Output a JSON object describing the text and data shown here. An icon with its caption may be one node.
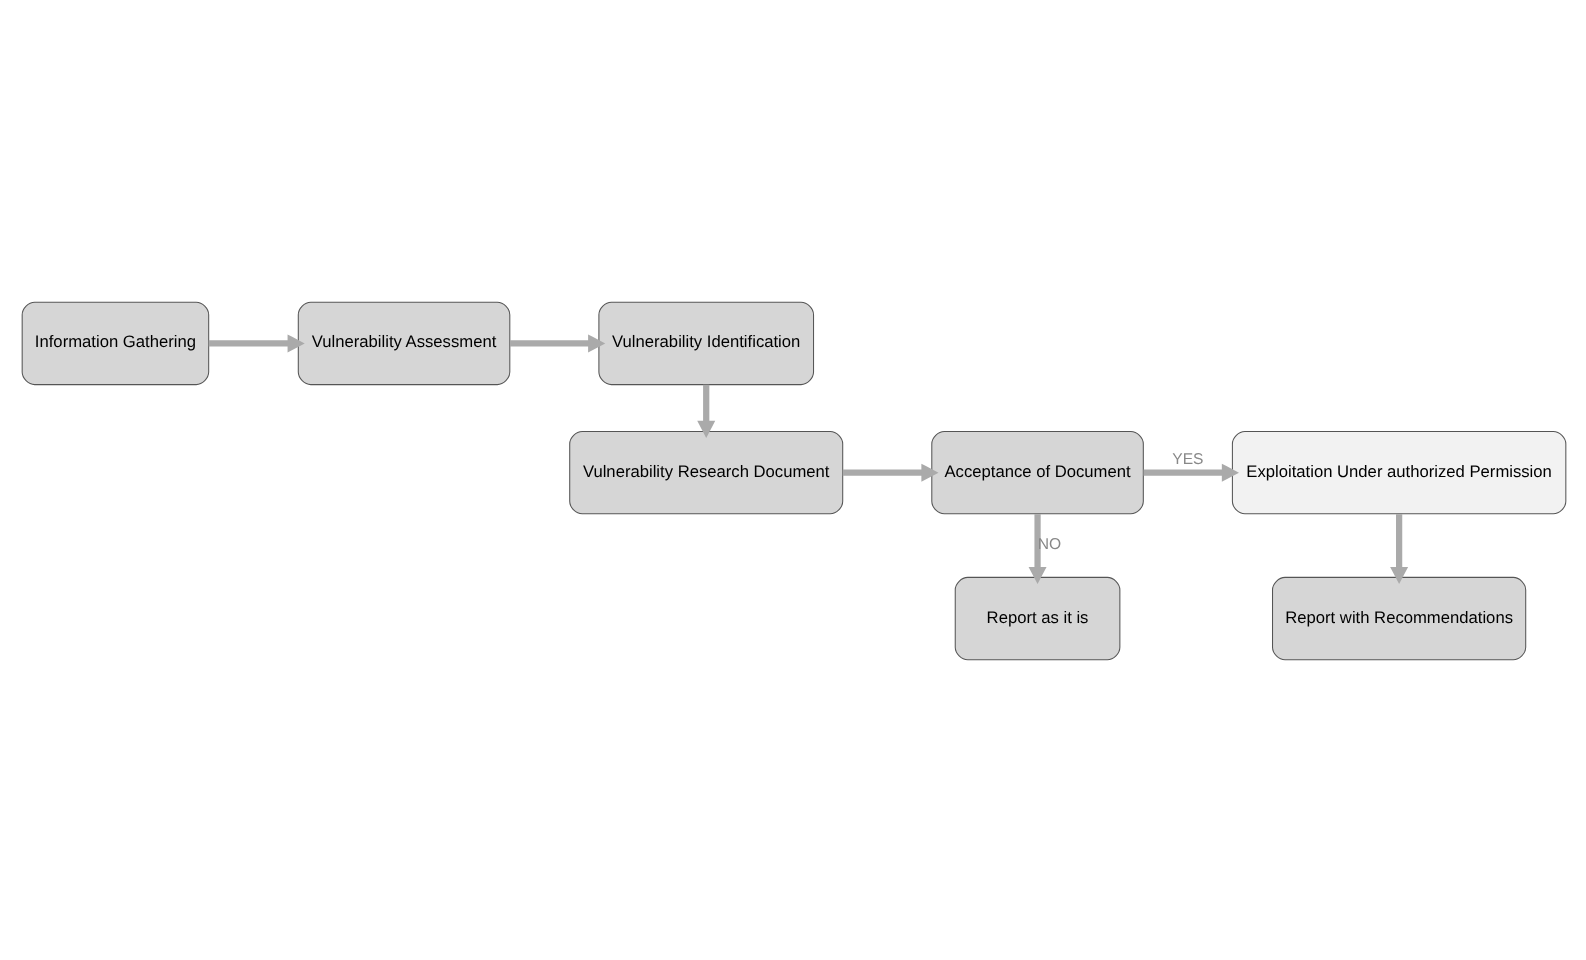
{
  "diagram": {
    "nodes": [
      {
        "text": [
          "Information Gathering"
        ]
      },
      {
        "text": [
          "Vulnerability Assessment"
        ]
      },
      {
        "text": [
          "Vulnerability Identification"
        ]
      },
      {
        "text": [
          "Exploitation Under authorized Permission"
        ]
      },
      {
        "text": [
          "Acceptance of Document"
        ]
      },
      {
        "text": [
          "Vulnerability Research Document"
        ]
      },
      {
        "text": [
          "Report with Recommendations"
        ]
      },
      {
        "text": [
          "Report as it is"
        ]
      }
    ],
    "edges": [
      {
        "from": 0,
        "to": 1,
        "arrow": "to"
      },
      {
        "from": 1,
        "to": 2,
        "arrow": "to"
      },
      {
        "from": 2,
        "to": 5,
        "arrow": "to"
      },
      {
        "from": 5,
        "to": 4,
        "arrow": "to"
      },
      {
        "from": 4,
        "to": 3,
        "arrow": "to",
        "label": "YES"
      },
      {
        "from": 3,
        "to": 6,
        "arrow": "to"
      },
      {
        "from": 4,
        "to": 7,
        "arrow": "to",
        "label": "NO"
      }
    ]
  }
}
